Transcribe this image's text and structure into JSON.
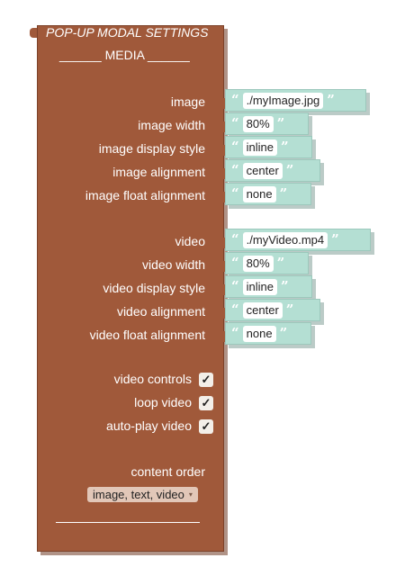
{
  "block": {
    "title": "POP-UP MODAL SETTINGS",
    "media_header": "______ MEDIA ______"
  },
  "image_fields": [
    {
      "label": "image",
      "value": "./myImage.jpg"
    },
    {
      "label": "image width",
      "value": "80%"
    },
    {
      "label": "image display style",
      "value": "inline"
    },
    {
      "label": "image alignment",
      "value": "center"
    },
    {
      "label": "image float alignment",
      "value": "none"
    }
  ],
  "video_fields": [
    {
      "label": "video",
      "value": "./myVideo.mp4"
    },
    {
      "label": "video width",
      "value": "80%"
    },
    {
      "label": "video display style",
      "value": "inline"
    },
    {
      "label": "video alignment",
      "value": "center"
    },
    {
      "label": "video float alignment",
      "value": "none"
    }
  ],
  "checkboxes": [
    {
      "label": "video controls",
      "checked": true,
      "mark": "✓"
    },
    {
      "label": "loop video",
      "checked": true,
      "mark": "✓"
    },
    {
      "label": "auto-play video",
      "checked": true,
      "mark": "✓"
    }
  ],
  "content_order": {
    "label": "content order",
    "value": "image, text, video",
    "caret": "▾"
  },
  "quotes": {
    "open": "“",
    "close": "”"
  },
  "colors": {
    "block": "#a0593a",
    "string_block": "#b4dfd3",
    "dropdown": "#e2c7b8"
  }
}
